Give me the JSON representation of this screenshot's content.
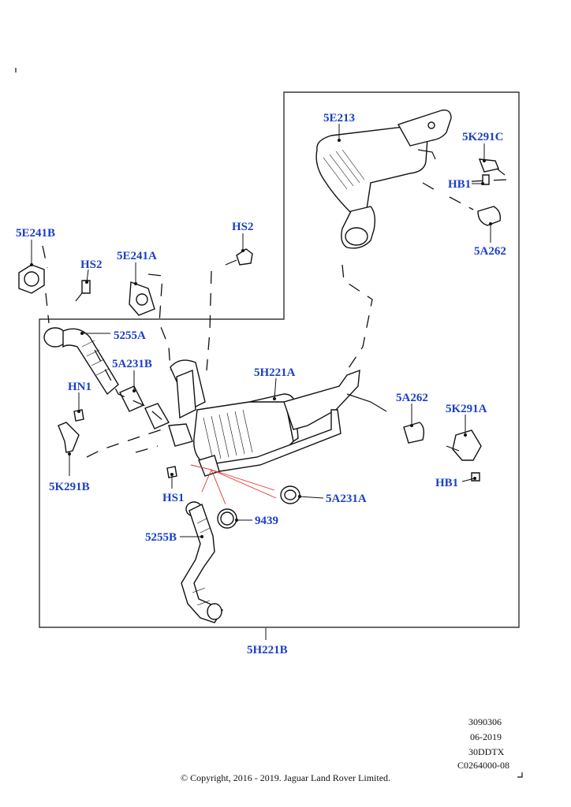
{
  "parts": {
    "p5E213": "5E213",
    "p5K291C": "5K291C",
    "pHB1_top": "HB1",
    "p5A262_top": "5A262",
    "p5E241B": "5E241B",
    "pHS2_left": "HS2",
    "p5E241A": "5E241A",
    "pHS2_mid": "HS2",
    "p5255A": "5255A",
    "p5A231B": "5A231B",
    "p5H221A": "5H221A",
    "pHN1": "HN1",
    "p5A262_right": "5A262",
    "p5K291A": "5K291A",
    "p5K291B": "5K291B",
    "pHB1_right": "HB1",
    "pHS1": "HS1",
    "p5A231A": "5A231A",
    "p9439": "9439",
    "p5255B": "5255B",
    "p5H221B": "5H221B"
  },
  "footer": {
    "ref1": "3090306",
    "date": "06-2019",
    "engine": "30DDTX",
    "code": "C0264000-08",
    "copyright": "© Copyright, 2016 - 2019. Jaguar Land Rover Limited."
  }
}
